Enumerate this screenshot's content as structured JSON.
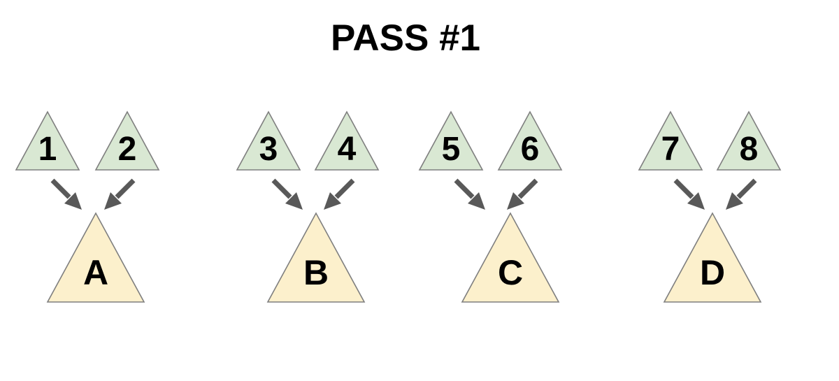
{
  "title": "PASS #1",
  "colors": {
    "background": "#ffffff",
    "input_fill": "#d9e8d3",
    "input_stroke": "#7f7f7f",
    "output_fill": "#fcf0cc",
    "output_stroke": "#7f7f7f",
    "arrow": "#595959",
    "text": "#000000"
  },
  "groups": [
    {
      "inputs": [
        "1",
        "2"
      ],
      "output": "A"
    },
    {
      "inputs": [
        "3",
        "4"
      ],
      "output": "B"
    },
    {
      "inputs": [
        "5",
        "6"
      ],
      "output": "C"
    },
    {
      "inputs": [
        "7",
        "8"
      ],
      "output": "D"
    }
  ]
}
